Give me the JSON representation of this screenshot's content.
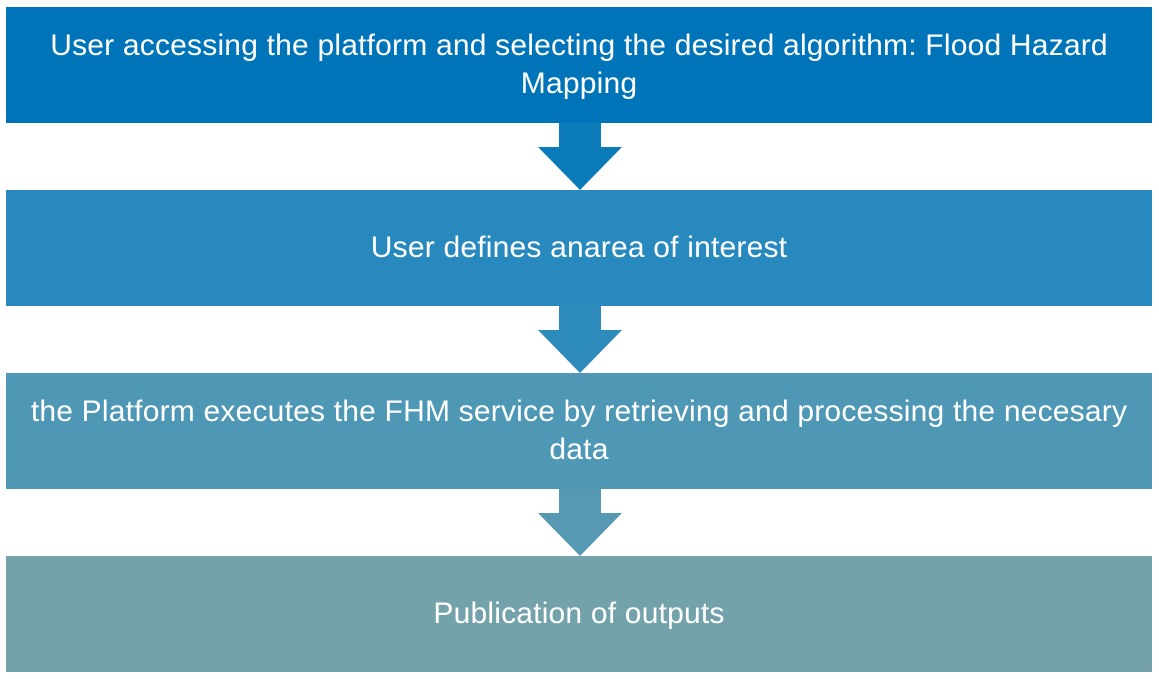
{
  "diagram": {
    "type": "vertical-flowchart",
    "steps": [
      {
        "label": "User accessing the platform and selecting the desired algorithm: Flood Hazard Mapping",
        "color": "#0074b8"
      },
      {
        "label": "User defines anarea of interest",
        "color": "#2789bd"
      },
      {
        "label": "the Platform executes the FHM service by retrieving and processing the necesary data",
        "color": "#4e97b5"
      },
      {
        "label": "Publication of outputs",
        "color": "#74a2aa"
      }
    ],
    "arrows": [
      {
        "from": 0,
        "to": 1,
        "color": "#0b7ab9"
      },
      {
        "from": 1,
        "to": 2,
        "color": "#2d8bbb"
      },
      {
        "from": 2,
        "to": 3,
        "color": "#5798b2"
      }
    ]
  }
}
